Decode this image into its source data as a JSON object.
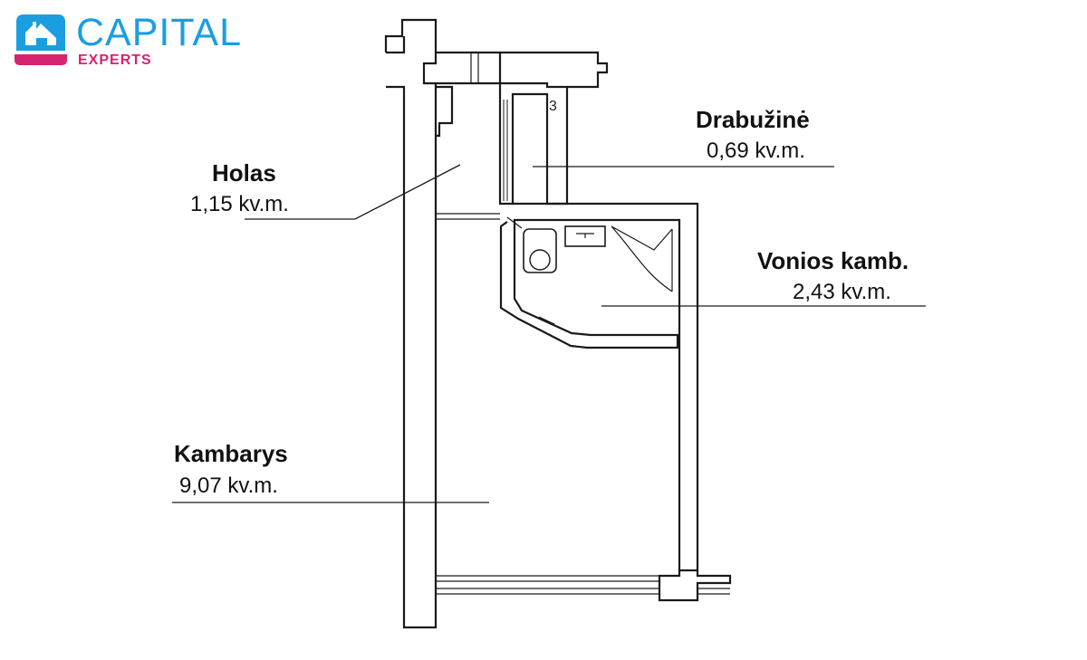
{
  "logo": {
    "brand": "CAPITAL",
    "sub": "EXPERTS",
    "brand_color": "#1a9ee0",
    "accent_color": "#d6246e",
    "icon": "house-logo-icon"
  },
  "rooms": [
    {
      "id": "holas",
      "name": "Holas",
      "area": "1,15 kv.m."
    },
    {
      "id": "drabuzine",
      "name": "Drabužinė",
      "area": "0,69 kv.m."
    },
    {
      "id": "vonios",
      "name": "Vonios kamb.",
      "area": "2,43 kv.m."
    },
    {
      "id": "kambarys",
      "name": "Kambarys",
      "area": "9,07 kv.m."
    }
  ],
  "plan_marks": {
    "door_number": "3"
  },
  "colors": {
    "wall": "#1a1a1a",
    "line": "#222222"
  }
}
